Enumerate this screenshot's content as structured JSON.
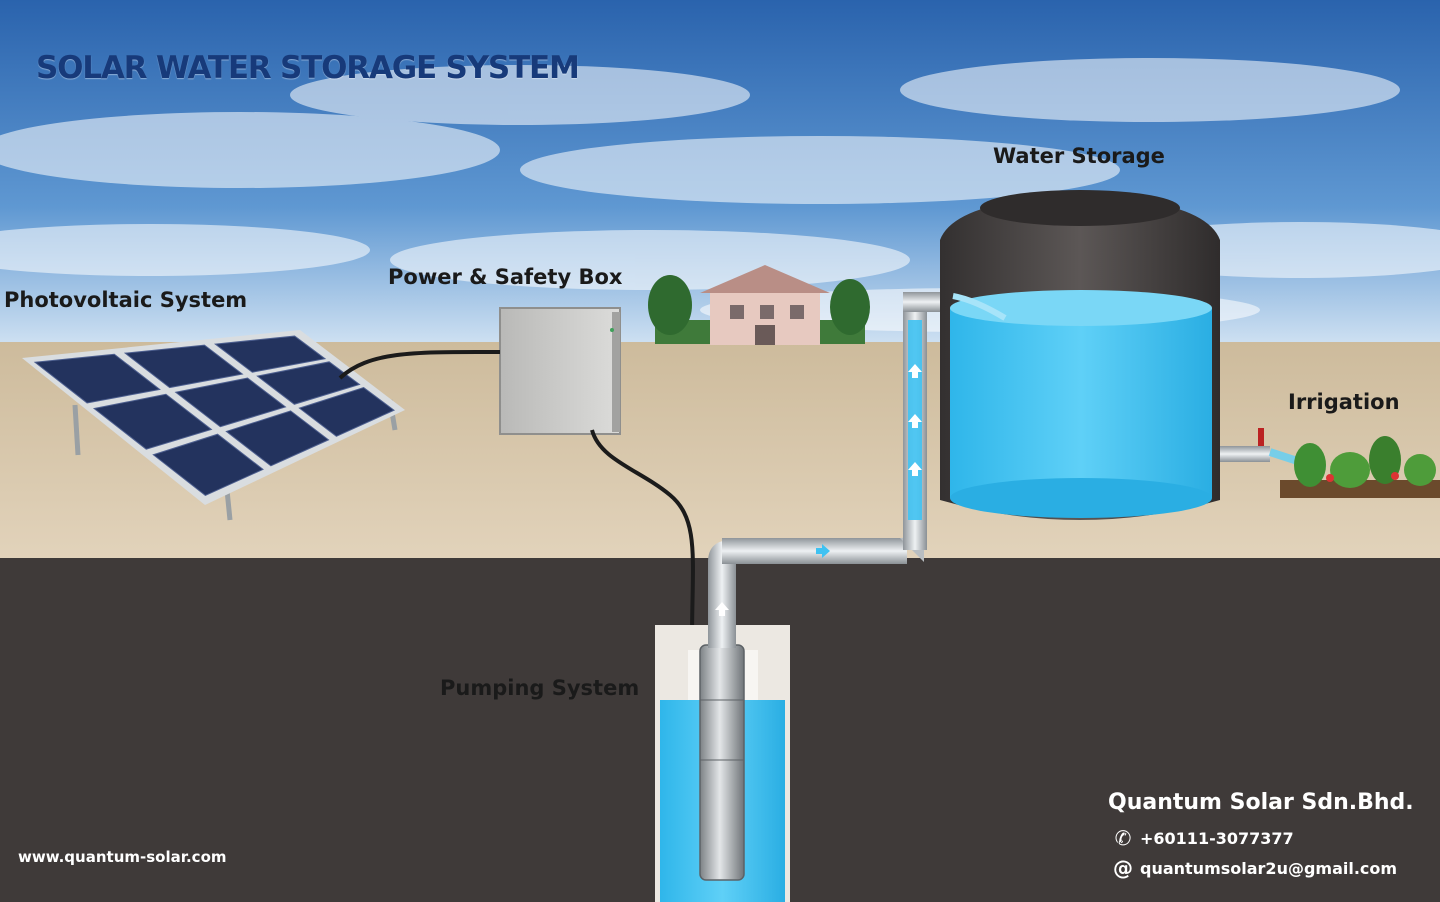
{
  "title": "SOLAR WATER STORAGE SYSTEM",
  "labels": {
    "photovoltaic": "Photovoltaic System",
    "power_box": "Power & Safety Box",
    "water_storage": "Water Storage",
    "irrigation": "Irrigation",
    "pumping": "Pumping System"
  },
  "footer": {
    "website": "www.quantum-solar.com",
    "company": "Quantum Solar Sdn.Bhd.",
    "phone": "+60111-3077377",
    "email": "quantumsolar2u@gmail.com"
  },
  "icons": {
    "phone": "phone-icon",
    "email": "at-sign-icon",
    "flow": "arrow-up-icon"
  },
  "colors": {
    "sky": "#2f6fb6",
    "ground": "#d8c6a8",
    "underground": "#3f3a39",
    "water": "#3fbff0",
    "tank": "#4a4645",
    "title": "#173a7a",
    "panel": "#23335e"
  }
}
